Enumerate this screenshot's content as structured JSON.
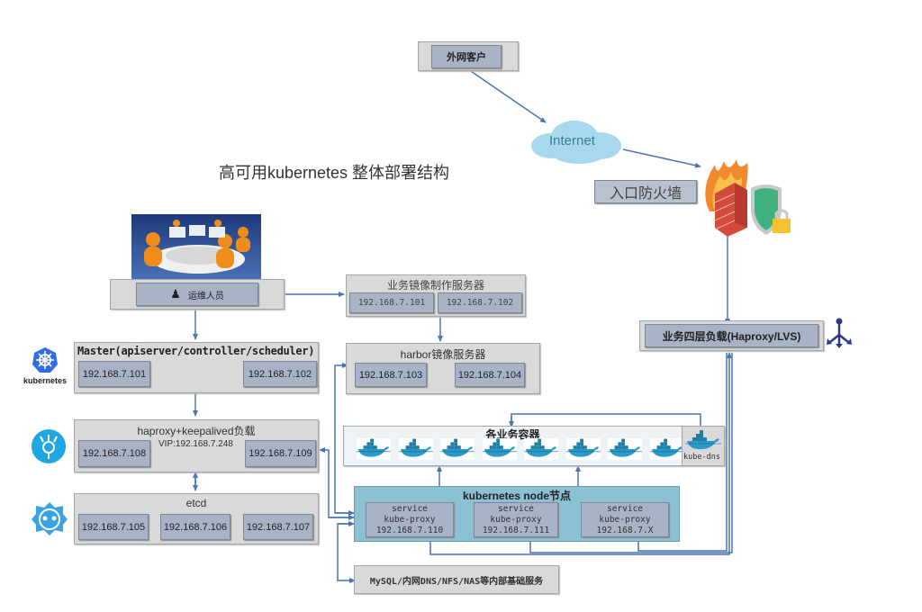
{
  "diagram": {
    "title": "高可用kubernetes 整体部署结构",
    "external_client": {
      "label": "外网客户"
    },
    "internet": {
      "label": "Internet"
    },
    "firewall": {
      "label": "入口防火墙"
    },
    "l4_lb": {
      "label": "业务四层负载(Haproxy/LVS)"
    },
    "ops": {
      "label": "运维人员"
    },
    "image_build": {
      "title": "业务镜像制作服务器",
      "hosts": [
        "192.168.7.101",
        "192.168.7.102"
      ]
    },
    "harbor": {
      "title": "harbor镜像服务器",
      "hosts": [
        "192.168.7.103",
        "192.168.7.104"
      ]
    },
    "master": {
      "title": "Master(apiserver/controller/scheduler)",
      "hosts": [
        "192.168.7.101",
        "192.168.7.102"
      ],
      "logo_label": "kubernetes"
    },
    "haproxy": {
      "title": "haproxy+keepalived负载",
      "vip": "VIP:192.168.7.248",
      "hosts": [
        "192.168.7.108",
        "192.168.7.109"
      ]
    },
    "etcd": {
      "title": "etcd",
      "hosts": [
        "192.168.7.105",
        "192.168.7.106",
        "192.168.7.107"
      ]
    },
    "containers": {
      "title": "各业务容器",
      "count": 8,
      "dns_label": "kube-dns"
    },
    "node": {
      "title": "kubernetes node节点",
      "items": [
        {
          "line1": "service",
          "line2": "kube-proxy",
          "ip": "192.168.7.110"
        },
        {
          "line1": "service",
          "line2": "kube-proxy",
          "ip": "192.168.7.111"
        },
        {
          "line1": "service",
          "line2": "kube-proxy",
          "ip": "192.168.7.X"
        }
      ]
    },
    "infra": {
      "label": "MySQL/内网DNS/NFS/NAS等内部基础服务"
    },
    "colors": {
      "line": "#4a74b4",
      "outer_box": "#d9d9d9",
      "inner_box": "#a9b3c6",
      "node_box": "#8cc0d4",
      "container_box": "#eef3f8",
      "k8s_blue": "#326ce5",
      "cloud": "#a8d8ee",
      "shield": "#3fb27f"
    }
  }
}
